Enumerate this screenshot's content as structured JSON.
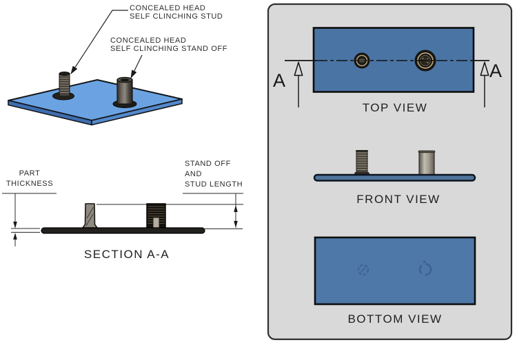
{
  "iso": {
    "stud_label": [
      "CONCEALED HEAD",
      "SELF CLINCHING STUD"
    ],
    "standoff_label": [
      "CONCEALED HEAD",
      "SELF CLINCHING STAND OFF"
    ]
  },
  "section": {
    "part_thickness_label": [
      "PART",
      "THICKNESS"
    ],
    "stud_length_label": [
      "STAND OFF",
      "AND",
      "STUD LENGTH"
    ],
    "caption": "SECTION A-A"
  },
  "panel": {
    "marker_left": "A",
    "marker_right": "A",
    "top_caption": "TOP VIEW",
    "front_caption": "FRONT VIEW",
    "bottom_caption": "BOTTOM VIEW"
  },
  "icons": {
    "section_arrow_left": "up-open-arrow-icon",
    "section_arrow_right": "up-open-arrow-icon"
  },
  "colors": {
    "iso_plate_top": "#6ba3e2",
    "iso_plate_side_left": "#3f6eb0",
    "iso_plate_side_right": "#5389cc",
    "ortho_plate_blue": "#4a74a4",
    "bottom_plate_blue": "#4e78a7",
    "front_plate_core": "#4f739a",
    "panel_background": "#d9d9d9",
    "panel_border": "#2e2e2e",
    "line_color": "#1a1a1a",
    "hole_ring_brass": "#b3a283",
    "metal_gray": "#8f8a81"
  }
}
